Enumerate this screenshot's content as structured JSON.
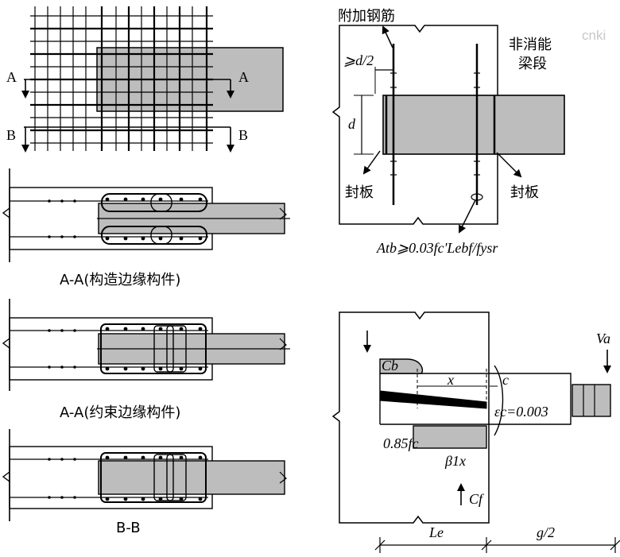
{
  "watermark": "cnki",
  "top_left": {
    "section_a": "A",
    "section_b": "B"
  },
  "captions": {
    "aa_constructional": "A-A(构造边缘构件)",
    "aa_confined": "A-A(约束边缘构件)",
    "bb": "B-B"
  },
  "top_right": {
    "extra_rebar": "附加钢筋",
    "spacing": "⩾d/2",
    "d": "d",
    "beam_line1": "非消能",
    "beam_line2": "梁段",
    "seal_plate_left": "封板",
    "seal_plate_right": "封板",
    "formula": "Atb⩾0.03fc'Lebf/fysr"
  },
  "bottom_right": {
    "cb": "Cb",
    "x": "x",
    "c": "c",
    "strain": "εc=0.003",
    "stress": "0.85fc",
    "beta": "β1x",
    "cf": "Cf",
    "va": "Va",
    "le": "Le",
    "g2": "g/2"
  }
}
